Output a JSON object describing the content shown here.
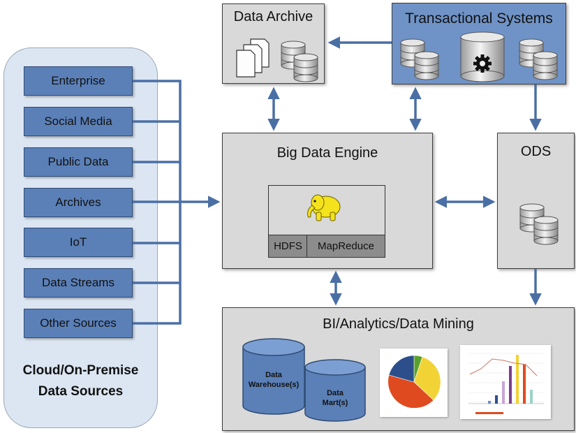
{
  "sources": {
    "items": [
      "Enterprise",
      "Social Media",
      "Public Data",
      "Archives",
      "IoT",
      "Data Streams",
      "Other Sources"
    ],
    "caption_line1": "Cloud/On-Premise",
    "caption_line2": "Data Sources"
  },
  "data_archive": {
    "title": "Data Archive"
  },
  "transactional": {
    "title": "Transactional Systems"
  },
  "engine": {
    "title": "Big Data Engine",
    "hdfs": "HDFS",
    "mapreduce": "MapReduce"
  },
  "ods": {
    "title": "ODS"
  },
  "bi": {
    "title": "BI/Analytics/Data Mining",
    "warehouse_line1": "Data",
    "warehouse_line2": "Warehouse(s)",
    "mart_line1": "Data",
    "mart_line2": "Mart(s)"
  },
  "colors": {
    "box_gray": "#d9d9d9",
    "box_blue": "#6f93c7",
    "source_button": "#5b80b8",
    "connector": "#4a6fa5",
    "panel": "#dce6f2"
  },
  "icons": [
    "document-stack-icon",
    "database-icon",
    "database-gear-icon",
    "hadoop-elephant-icon",
    "pie-chart-icon",
    "bar-line-chart-icon"
  ]
}
